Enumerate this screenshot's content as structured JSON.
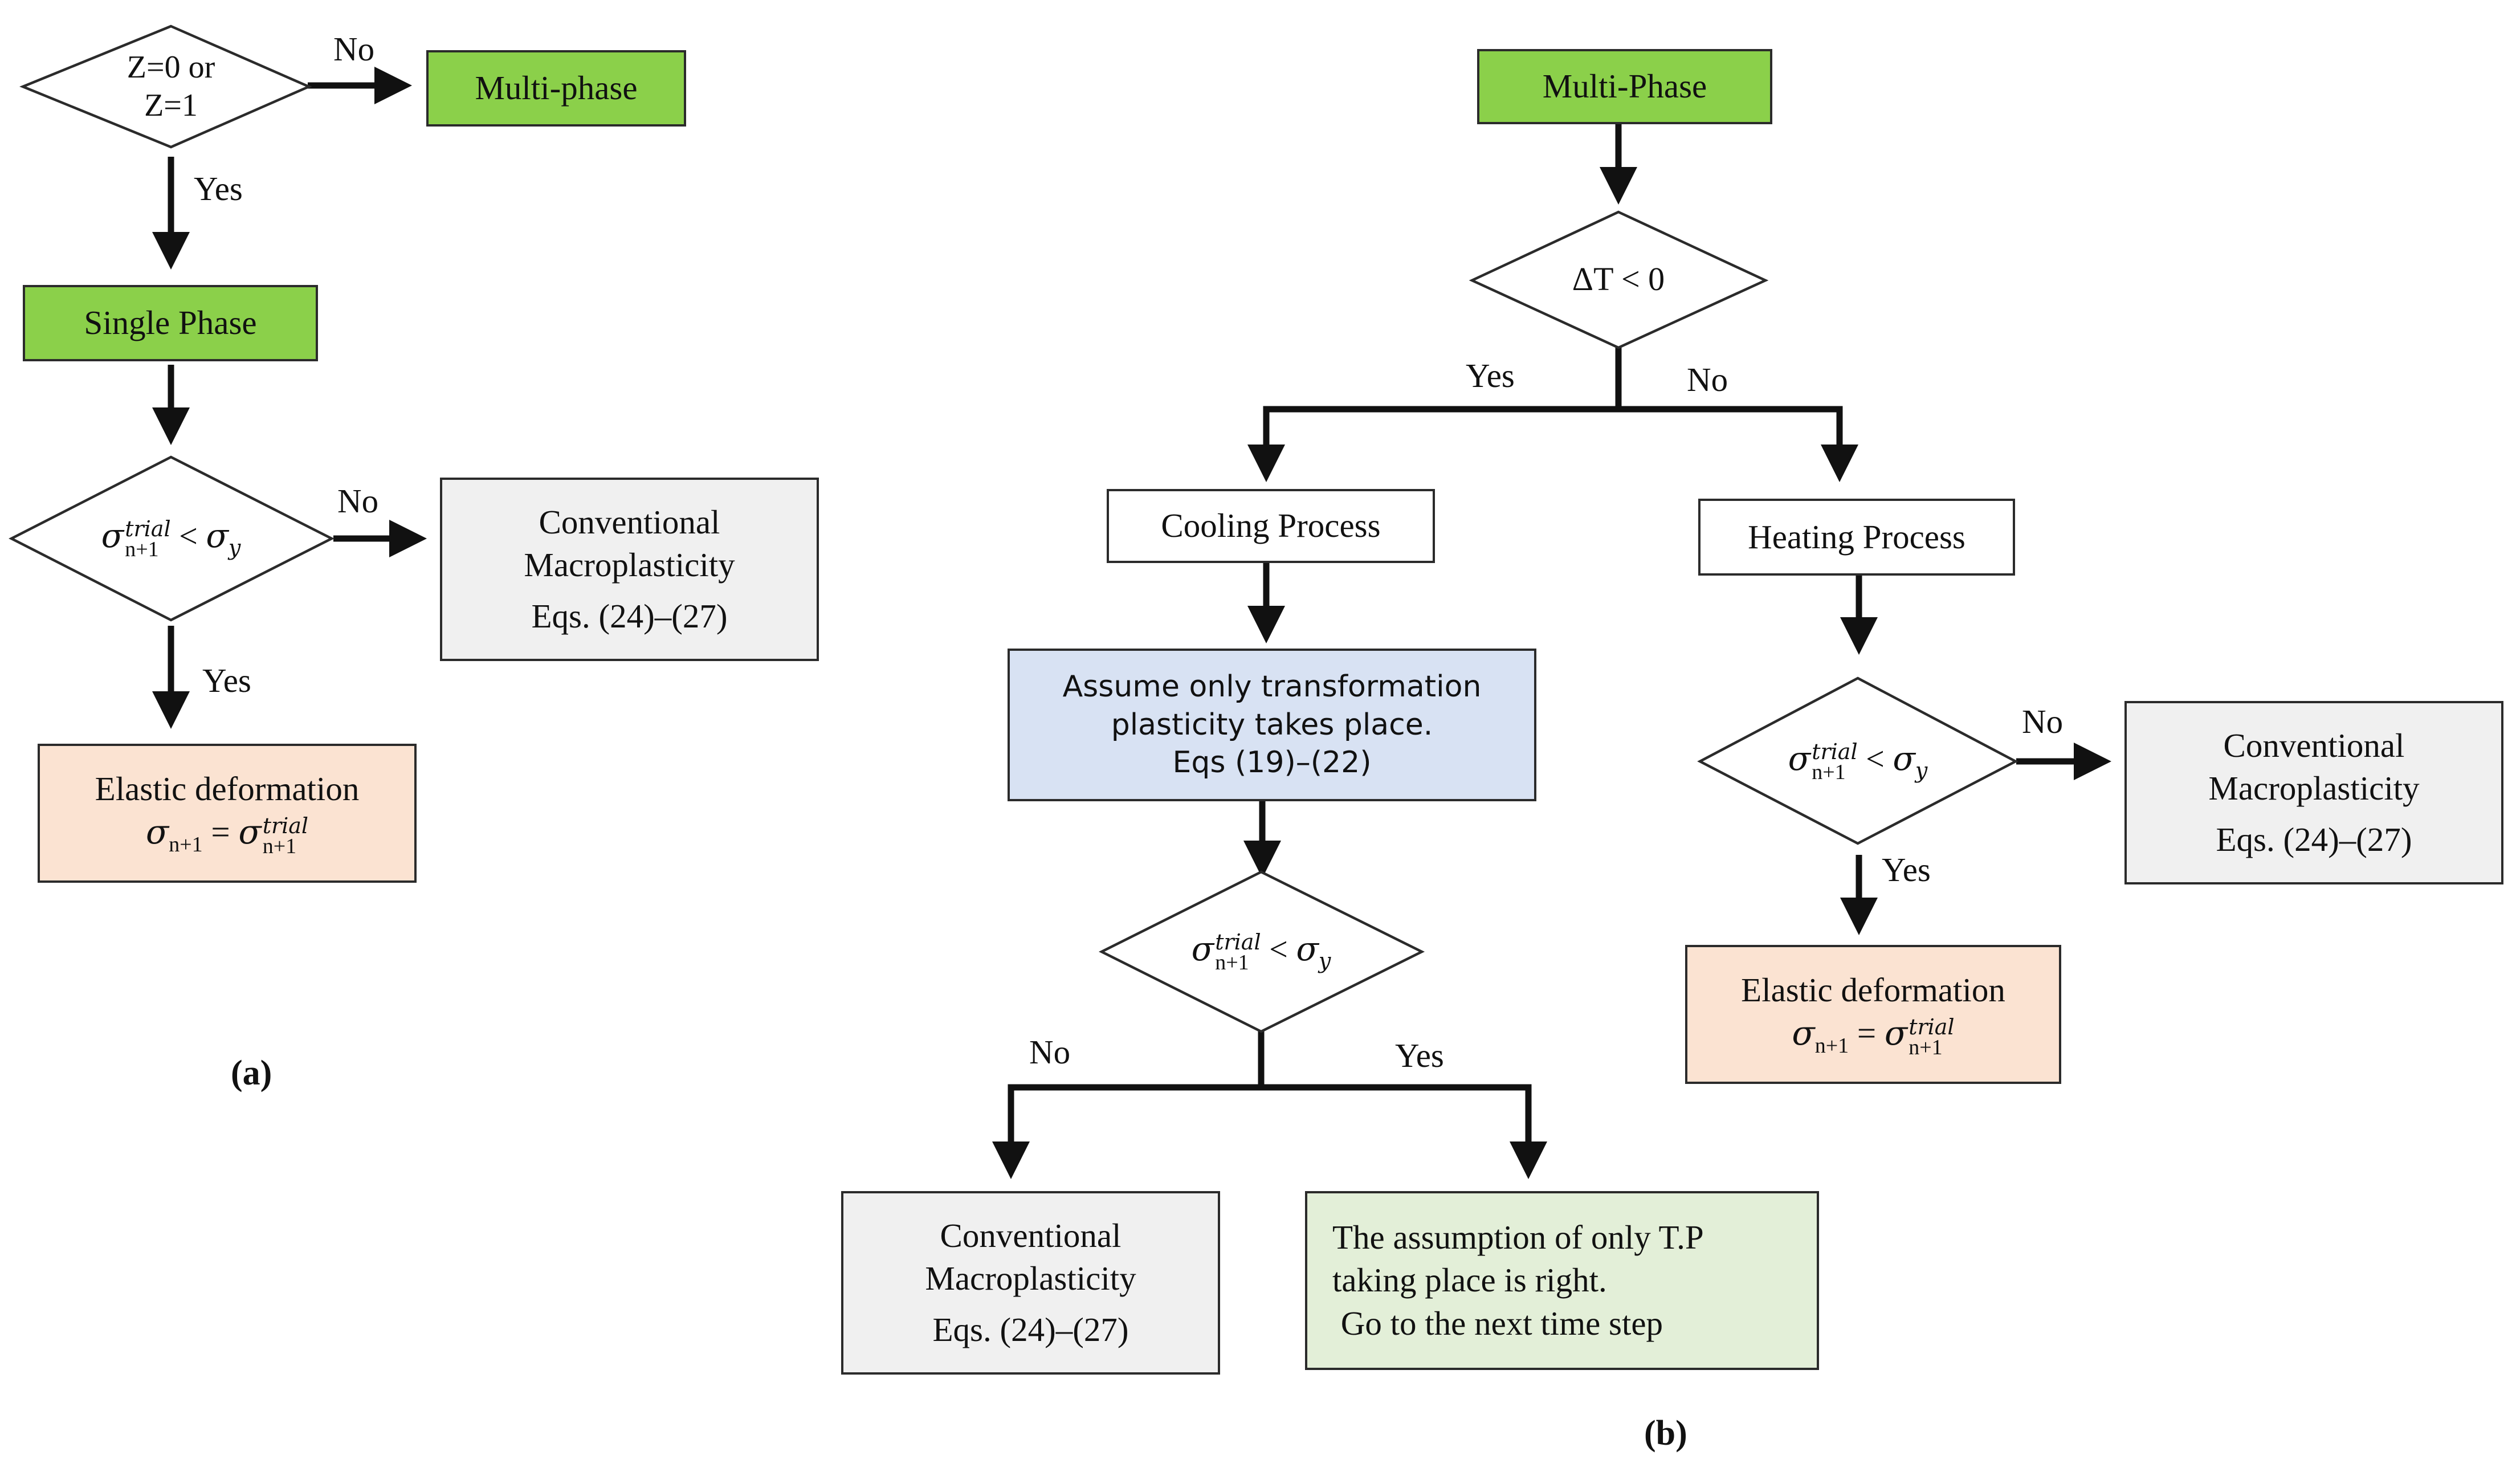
{
  "panel_a": {
    "caption": "(a)",
    "decision_z": {
      "line1": "Z=0 or",
      "line2": "Z=1"
    },
    "multi_phase": "Multi-phase",
    "single_phase": "Single Phase",
    "conventional": {
      "line1": "Conventional",
      "line2": "Macroplasticity",
      "line3": "Eqs. (24)–(27)"
    },
    "elastic": {
      "title": "Elastic deformation"
    },
    "labels": {
      "no_z": "No",
      "yes_z": "Yes",
      "no_sigma": "No",
      "yes_sigma": "Yes"
    }
  },
  "panel_b": {
    "caption": "(b)",
    "multi_phase": "Multi-Phase",
    "decision_dt": "ΔT < 0",
    "cooling": "Cooling Process",
    "heating": "Heating Process",
    "assume": {
      "line1": "Assume only transformation",
      "line2": "plasticity takes place.",
      "line3": "Eqs (19)–(22)"
    },
    "conventional_left": {
      "line1": "Conventional",
      "line2": "Macroplasticity",
      "line3": "Eqs. (24)–(27)"
    },
    "conventional_right": {
      "line1": "Conventional",
      "line2": "Macroplasticity",
      "line3": "Eqs. (24)–(27)"
    },
    "assumption_right": {
      "line1": "The assumption of only T.P",
      "line2": "taking place is right.",
      "line3": " Go to the next time step"
    },
    "elastic": {
      "title": "Elastic deformation"
    },
    "labels": {
      "yes_dt": "Yes",
      "no_dt": "No",
      "no_cool": "No",
      "yes_cool": "Yes",
      "no_heat": "No",
      "yes_heat": "Yes"
    }
  },
  "math": {
    "sigma": "σ",
    "n_plus_1": "n+1",
    "trial": "trial",
    "less_than": "<",
    "equals": "=",
    "y_sub": "y"
  },
  "colors": {
    "header_green": "#8bd04a",
    "grey_box": "#f0f0f0",
    "peach_box": "#fbe3d2",
    "blue_box": "#d8e2f3",
    "green_box": "#e3efd8",
    "stroke": "#2b2b2b"
  }
}
